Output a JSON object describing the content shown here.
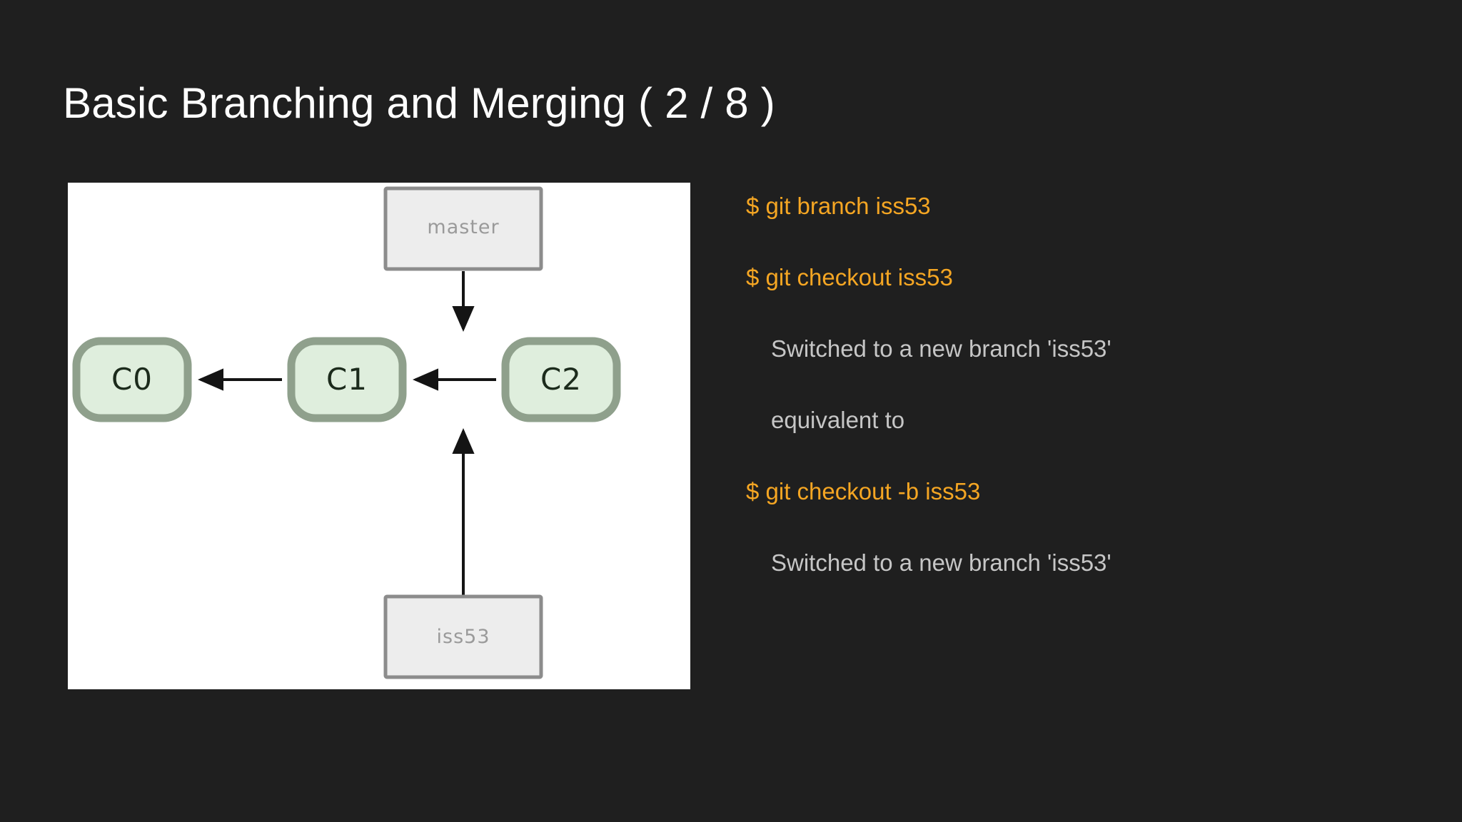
{
  "slide": {
    "title": "Basic Branching and Merging ( 2 / 8 )",
    "background_color": "#1f1f1f",
    "title_color": "#ffffff",
    "accent_color": "#f5a623",
    "output_color": "#c6c6c6"
  },
  "diagram": {
    "type": "git-commit-graph",
    "panel_background": "#ffffff",
    "commit_fill": "#dfeedd",
    "commit_border": "#8fa08c",
    "branch_box_fill": "#ededed",
    "branch_box_border": "#8c8c8c",
    "commits": [
      {
        "id": "C0",
        "label": "C0"
      },
      {
        "id": "C1",
        "label": "C1"
      },
      {
        "id": "C2",
        "label": "C2"
      }
    ],
    "branches": [
      {
        "label": "master",
        "points_to": "C2",
        "position": "above"
      },
      {
        "label": "iss53",
        "points_to": "C2",
        "position": "below"
      }
    ],
    "edges": [
      {
        "from": "C1",
        "to": "C0"
      },
      {
        "from": "C2",
        "to": "C1"
      },
      {
        "from": "master",
        "to": "C2"
      },
      {
        "from": "iss53",
        "to": "C2"
      }
    ]
  },
  "console": {
    "lines": [
      {
        "kind": "cmd",
        "text": "$ git branch iss53"
      },
      {
        "kind": "cmd",
        "text": "$ git checkout iss53"
      },
      {
        "kind": "out",
        "text": "Switched to a new branch 'iss53'"
      },
      {
        "kind": "out",
        "text": "equivalent to"
      },
      {
        "kind": "cmd",
        "text": "$ git checkout -b iss53"
      },
      {
        "kind": "out",
        "text": "Switched to a new branch 'iss53'"
      }
    ]
  }
}
